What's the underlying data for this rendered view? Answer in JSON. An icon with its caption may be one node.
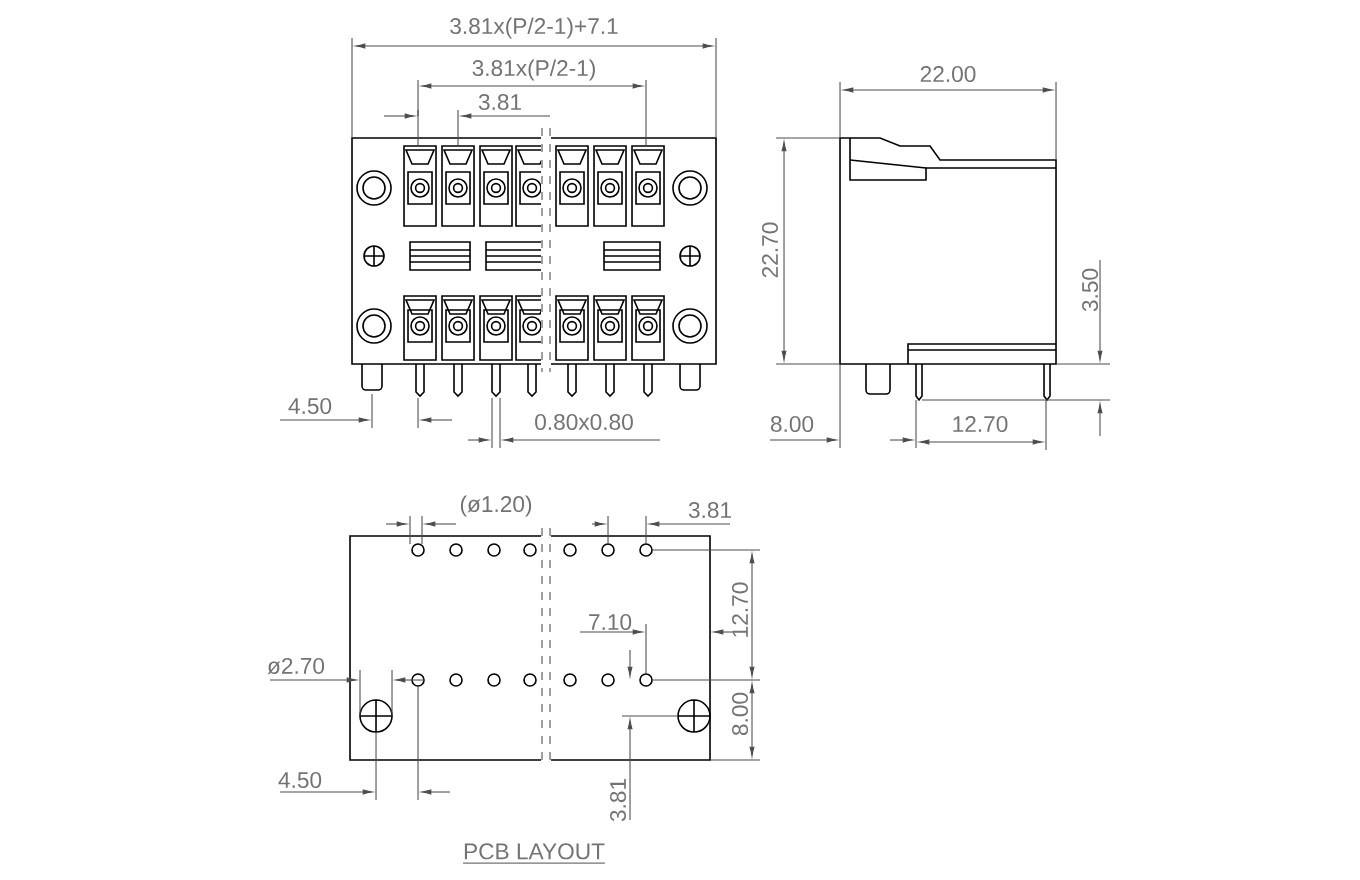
{
  "diagram": {
    "caption": "PCB LAYOUT",
    "labels": [
      "3.81x(P/2-1)+7.1",
      "3.81x(P/2-1)",
      "3.81",
      "22.00",
      "22.70",
      "3.50",
      "4.50",
      "0.80x0.80",
      "8.00",
      "12.70",
      "(ø1.20)",
      "3.81",
      "12.70",
      "7.10",
      "ø2.70",
      "8.00",
      "4.50",
      "3.81"
    ]
  }
}
